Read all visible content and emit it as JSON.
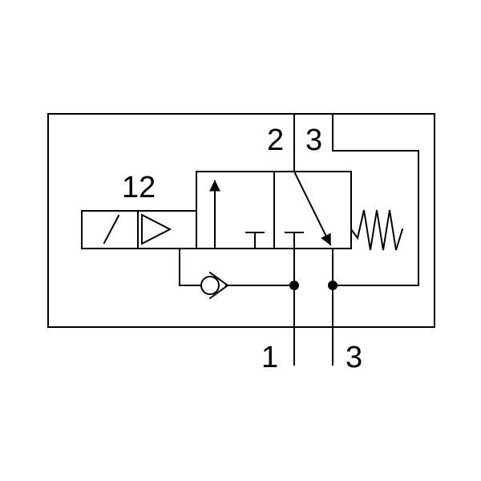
{
  "labels": {
    "pilot_port": "12",
    "top_port_left": "2",
    "top_port_right": "3",
    "bottom_port_left": "1",
    "bottom_port_right": "3"
  },
  "colors": {
    "stroke": "#000000",
    "background": "#ffffff"
  }
}
